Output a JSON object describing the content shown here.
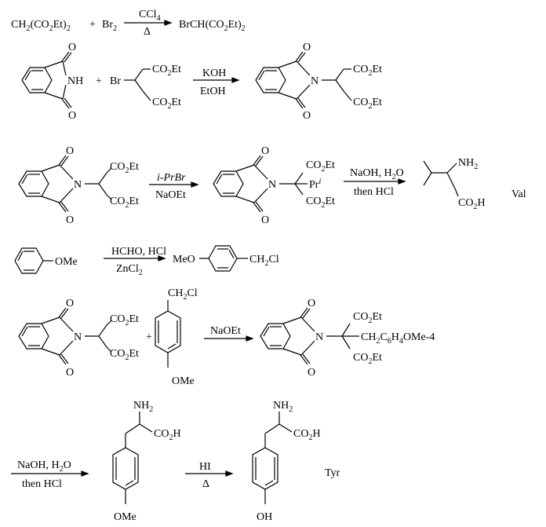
{
  "reaction1": {
    "reactant_a": "CH2(CO2Et)2",
    "plus": "+",
    "reactant_b": "Br2",
    "reagent_top": "CCl4",
    "reagent_bottom": "Δ",
    "product": "BrCH(CO2Et)2"
  },
  "reaction2": {
    "plus": "+",
    "bromo_label": "Br",
    "reagent_top": "KOH",
    "reagent_bottom": "EtOH"
  },
  "reaction3": {
    "reagent1_top": "i-PrBr",
    "reagent1_bottom": "NaOEt",
    "reagent2_top": "NaOH, H2O",
    "reagent2_bottom": "then HCl",
    "product_name": "Val"
  },
  "reaction4": {
    "reactant": "OMe",
    "reagent_top": "HCHO, HCl",
    "reagent_bottom": "ZnCl2",
    "product": "MeO–C6H4–CH2Cl"
  },
  "reaction5": {
    "plus": "+",
    "reagent": "NaOEt",
    "substituent": "CH2C6H4OMe-4"
  },
  "reaction6": {
    "reagent1_top": "NaOH, H2O",
    "reagent1_bottom": "then HCl",
    "reagent2_top": "HI",
    "reagent2_bottom": "Δ",
    "product_name": "Tyr"
  },
  "labels": {
    "oxygen": "O",
    "nitrogen_h": "NH",
    "nitrogen": "N",
    "co2et": "CO2Et",
    "amine": "NH2",
    "acid": "CO2H",
    "ome": "OMe",
    "oh": "OH"
  }
}
